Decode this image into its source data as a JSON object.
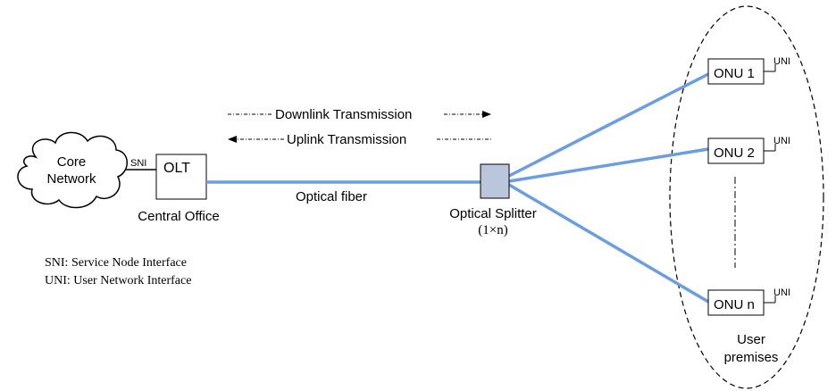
{
  "cloud": {
    "line1": "Core",
    "line2": "Network"
  },
  "olt": {
    "label": "OLT",
    "caption": "Central Office"
  },
  "sni_label": "SNI",
  "fiber_label": "Optical fiber",
  "splitter": {
    "line1": "Optical Splitter",
    "line2": "(1×n)"
  },
  "downlink_label": "Downlink Transmission",
  "uplink_label": "Uplink Transmission",
  "legend": {
    "sni": "SNI: Service Node Interface",
    "uni": "UNI: User Network Interface"
  },
  "onus": [
    {
      "label": "ONU 1",
      "interface": "UNI"
    },
    {
      "label": "ONU 2",
      "interface": "UNI"
    },
    {
      "label": "ONU n",
      "interface": "UNI"
    }
  ],
  "premises": {
    "line1": "User",
    "line2": "premises"
  },
  "colors": {
    "fiber": "#6a9ee0",
    "splitter_fill": "#b9c6dc",
    "stroke": "#000000"
  }
}
